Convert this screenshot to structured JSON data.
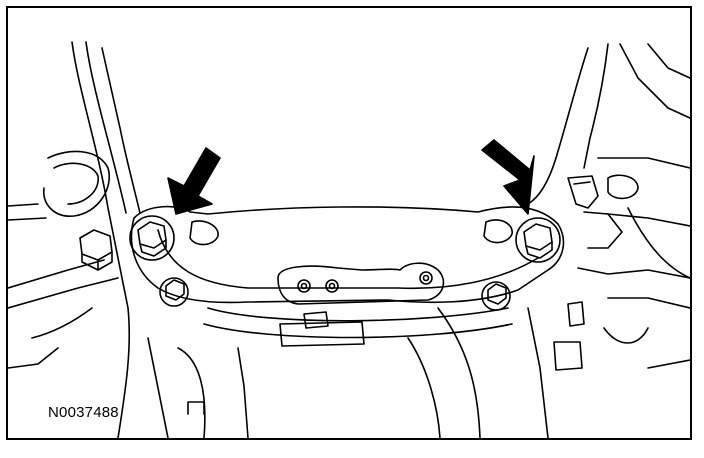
{
  "figure": {
    "id_label": "N0037488"
  },
  "colors": {
    "ink": "#000000",
    "paper": "#ffffff"
  },
  "callouts": [
    {
      "name": "left-bolt-arrow",
      "icon": "arrow-down-left-icon"
    },
    {
      "name": "right-bolt-arrow",
      "icon": "arrow-down-right-icon"
    }
  ]
}
